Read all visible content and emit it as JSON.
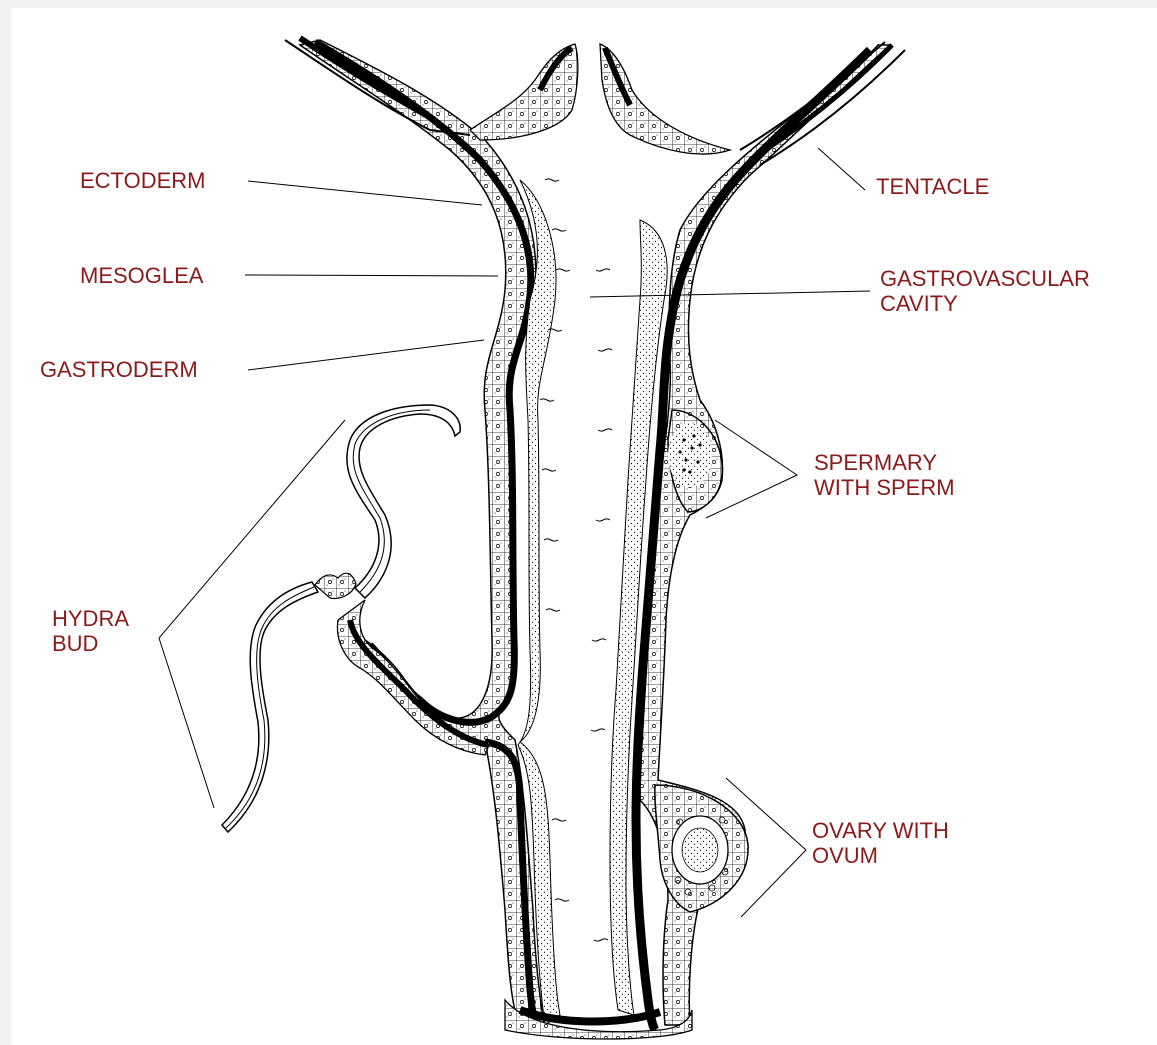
{
  "colors": {
    "label": "#8b1a1a",
    "line": "#000000",
    "background": "#ffffff"
  },
  "labels": {
    "ectoderm": "ECTODERM",
    "mesoglea": "MESOGLEA",
    "gastroderm": "GASTRODERM",
    "hydra_bud": [
      "HYDRA",
      "BUD"
    ],
    "tentacle": "TENTACLE",
    "gastrovascular_cavity": [
      "GASTROVASCULAR",
      "CAVITY"
    ],
    "spermary_with_sperm": [
      "SPERMARY",
      "WITH SPERM"
    ],
    "ovary_with_ovum": [
      "OVARY WITH",
      "OVUM"
    ]
  }
}
